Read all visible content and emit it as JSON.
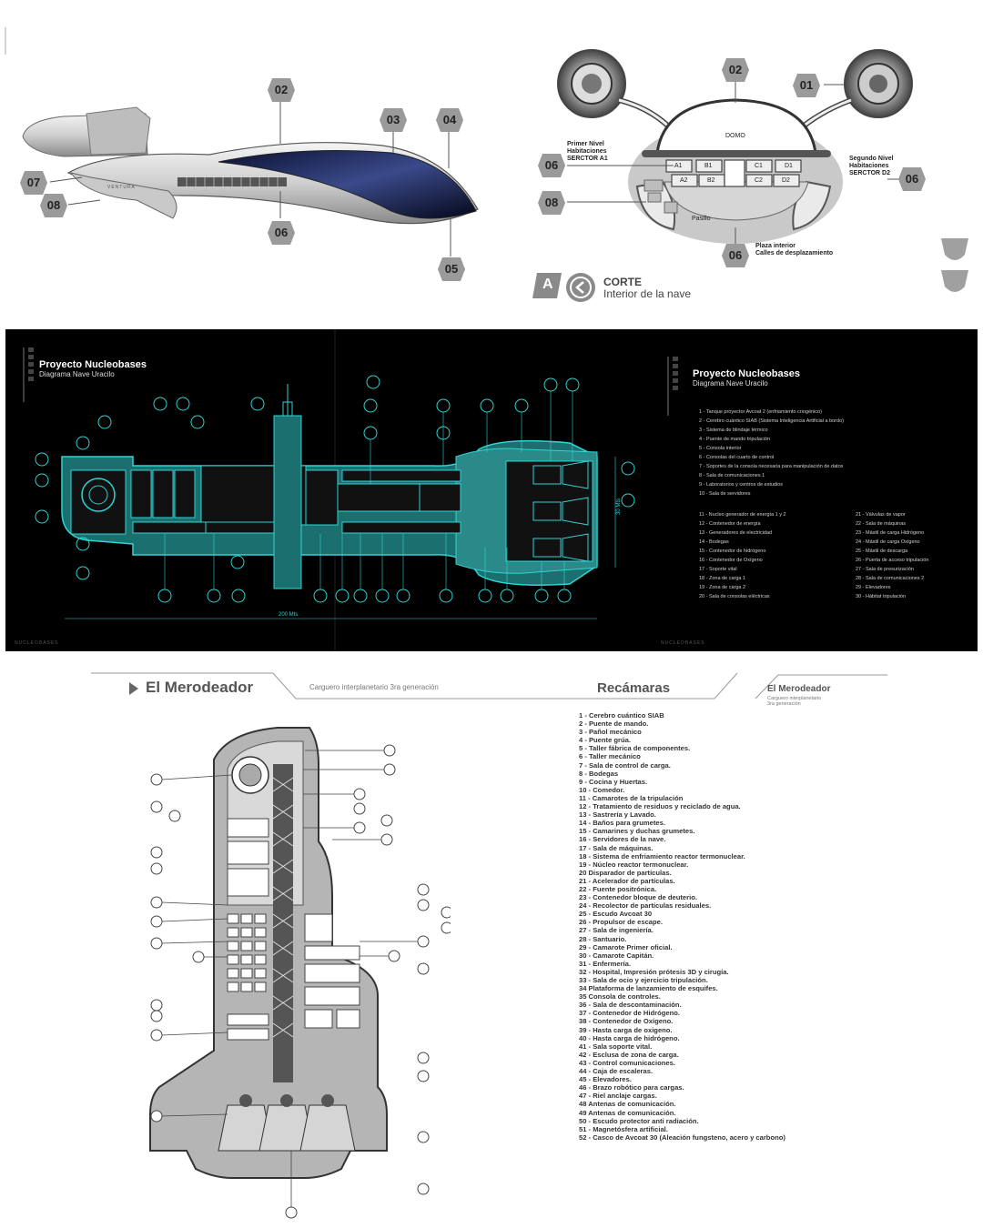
{
  "top": {
    "ship_callouts": [
      "02",
      "03",
      "04",
      "07",
      "08",
      "06",
      "05"
    ],
    "brand": "VENTURA",
    "section_callouts": [
      "02",
      "01",
      "06",
      "06",
      "08",
      "06"
    ],
    "labels": {
      "dome": "DOMO",
      "first_level": [
        "Primer Nivel",
        "Habitaciones",
        "SERCTOR A1"
      ],
      "second_level": [
        "Segundo Nivel",
        "Habitaciones",
        "SERCTOR D2"
      ],
      "corridor": "Pasillo",
      "plaza": [
        "Plaza interior",
        "Calles de desplazamiento"
      ]
    },
    "rooms": [
      "A1",
      "B1",
      "C1",
      "D1",
      "A2",
      "B2",
      "C2",
      "D2"
    ],
    "corte_letter": "A",
    "corte_title": "CORTE",
    "corte_subtitle": "Interior de la nave"
  },
  "middle": {
    "title": "Proyecto Nucleobases",
    "subtitle": "Diagrama Nave Uracilo",
    "legend_title": "Proyecto Nucleobases",
    "legend_subtitle": "Diagrama Nave Uracilo",
    "dimension_length": "200 Mts",
    "dimension_width": "30 Mts",
    "legend_col1": [
      "1  - Tanque proyector Avcoat 2 (enfriamiento criogénico)",
      "2  - Cerebro cuántico SIAB (Sistema Inteligencia Artificial a bordo)",
      "3  - Sistema de blindaje térmico",
      "4  - Puente de mando tripulación",
      "5  - Consola interior",
      "6  - Consolas del cuarto de control",
      "7  - Soportes de la consola necesaria para manipulación de datos",
      "8  - Sala de comunicaciones 1",
      "9  - Laboratorios y centros de estudios",
      "10 - Sala de servidores"
    ],
    "legend_col2": [
      "11 - Nucleo generador de energía 1 y 2",
      "12 - Contenedor de energía",
      "13 - Generadores de electricidad",
      "14 - Bodegas",
      "15 - Contenedor de hidrógeno",
      "16 - Contenedor de Oxígeno",
      "17 - Soporte vital",
      "18 - Zona de carga 1",
      "19 - Zona de carga 2",
      "20 - Sala de consolas eléctricas"
    ],
    "legend_col3": [
      "21 - Válvulas de vapor",
      "22 - Sala de máquinas",
      "23 - Mástil de carga Hidrógeno",
      "24 - Mástil de carga Oxígeno",
      "25 - Mástil de descarga",
      "26 - Puerta de acceso tripulación",
      "27 - Sala de presurización",
      "28 - Sala de comunicaciones 2",
      "29 - Elevadores",
      "30 - Hábitat tripulación"
    ],
    "footer_left": "NUCLEOBASES",
    "footer_right": "NUCLEOBASES"
  },
  "bottom": {
    "title": "El Merodeador",
    "subtitle": "Carguero interplanetario 3ra generación",
    "heading": "Recámaras",
    "side_title": "El Merodeador",
    "side_sub": [
      "Carguero interplanetario",
      "3ra generación"
    ],
    "rooms_list": [
      "1 - Cerebro cuántico SIAB",
      "2 - Puente de mando.",
      "3 - Pañol mecánico",
      "4 - Puente grúa.",
      "5 - Taller fábrica de componentes.",
      "6 - Taller mecánico",
      "7 - Sala de control de carga.",
      "8 - Bodegas",
      "9 - Cocina y Huertas.",
      "10 - Comedor.",
      "11 - Camarotes de la tripulación",
      "12 - Tratamiento de residuos y reciclado de agua.",
      "13 - Sastrería y Lavado.",
      "14 - Baños para grumetes.",
      "15 - Camarines y duchas grumetes.",
      "16 - Servidores de la nave.",
      "17 - Sala de máquinas.",
      "18 - Sistema de enfriamiento reactor termonuclear.",
      "19 - Núcleo reactor termonuclear.",
      "20   Disparador de partículas.",
      "21 - Acelerador de partículas.",
      "22 - Fuente positrónica.",
      "23 - Contenedor bloque de deuterio.",
      "24 - Recolector de partículas residuales.",
      "25 - Escudo Avcoat 30",
      "26 - Propulsor de escape.",
      "27 - Sala de ingeniería.",
      "28 - Santuario.",
      "29 - Camarote Primer oficial.",
      "30 - Camarote Capitán.",
      "31 - Enfermería.",
      "32 - Hospital, Impresión prótesis 3D y cirugía.",
      "33 - Sala de ocio y ejercicio tripulación.",
      "34   Plataforma de lanzamiento de esquifes.",
      "35   Consola de controles.",
      "36 - Sala de descontaminación.",
      "37 - Contenedor de Hidrógeno.",
      "38 - Contenedor de Oxígeno.",
      "39 - Hasta carga de oxigeno.",
      "40 - Hasta carga de hidrógeno.",
      "41 - Sala soporte vital.",
      "42 - Esclusa de zona de carga.",
      "43 - Control comunicaciones.",
      "44 - Caja de escaleras.",
      "45 - Elevadores.",
      "46 - Brazo robótico para cargas.",
      "47 - Riel anclaje cargas.",
      "48   Antenas de comunicación.",
      "49   Antenas de comunicación.",
      "50 - Escudo protector anti radiación.",
      "51 - Magnetósfera artificial.",
      "52 - Casco de Avcoat 30 (Aleación fungsteno, acero y carbono)"
    ]
  }
}
